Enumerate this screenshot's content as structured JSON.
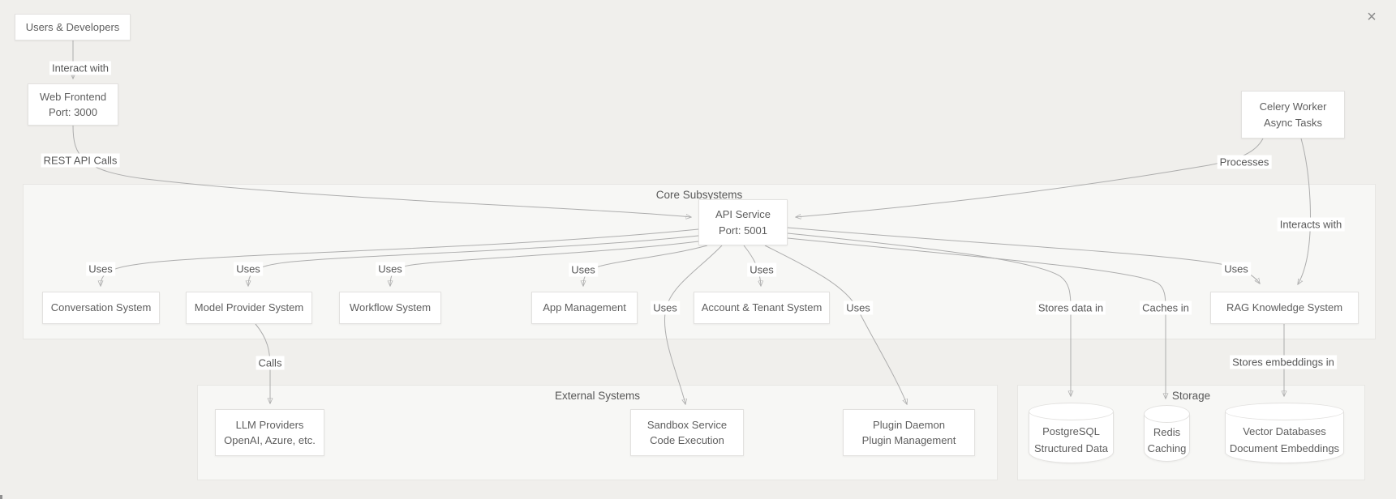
{
  "close_glyph": "×",
  "groups": {
    "core": {
      "title": "Core Subsystems"
    },
    "external": {
      "title": "External Systems"
    },
    "storage": {
      "title": "Storage"
    }
  },
  "nodes": {
    "users": {
      "line1": "Users & Developers"
    },
    "web_frontend": {
      "line1": "Web Frontend",
      "line2": "Port: 3000"
    },
    "celery": {
      "line1": "Celery Worker",
      "line2": "Async Tasks"
    },
    "api_service": {
      "line1": "API Service",
      "line2": "Port: 5001"
    },
    "conversation": {
      "line1": "Conversation System"
    },
    "model_provider": {
      "line1": "Model Provider System"
    },
    "workflow": {
      "line1": "Workflow System"
    },
    "app_management": {
      "line1": "App Management"
    },
    "account_tenant": {
      "line1": "Account & Tenant System"
    },
    "rag": {
      "line1": "RAG Knowledge System"
    },
    "llm_providers": {
      "line1": "LLM Providers",
      "line2": "OpenAI, Azure, etc."
    },
    "sandbox": {
      "line1": "Sandbox Service",
      "line2": "Code Execution"
    },
    "plugin_daemon": {
      "line1": "Plugin Daemon",
      "line2": "Plugin Management"
    },
    "postgresql": {
      "line1": "PostgreSQL",
      "line2": "Structured Data"
    },
    "redis": {
      "line1": "Redis",
      "line2": "Caching"
    },
    "vector_db": {
      "line1": "Vector Databases",
      "line2": "Document Embeddings"
    }
  },
  "edge_labels": {
    "interact_with": "Interact with",
    "rest_api_calls": "REST API Calls",
    "processes": "Processes",
    "interacts_with": "Interacts with",
    "uses": "Uses",
    "calls": "Calls",
    "stores_data_in": "Stores data in",
    "caches_in": "Caches in",
    "stores_embeddings_in": "Stores embeddings in"
  },
  "edges": [
    {
      "from": "users",
      "to": "web_frontend",
      "label": "Interact with"
    },
    {
      "from": "web_frontend",
      "to": "api_service",
      "label": "REST API Calls"
    },
    {
      "from": "celery",
      "to": "api_service",
      "label": "Processes"
    },
    {
      "from": "celery",
      "to": "rag",
      "label": "Interacts with"
    },
    {
      "from": "api_service",
      "to": "conversation",
      "label": "Uses"
    },
    {
      "from": "api_service",
      "to": "model_provider",
      "label": "Uses"
    },
    {
      "from": "api_service",
      "to": "workflow",
      "label": "Uses"
    },
    {
      "from": "api_service",
      "to": "app_management",
      "label": "Uses"
    },
    {
      "from": "api_service",
      "to": "account_tenant",
      "label": "Uses"
    },
    {
      "from": "api_service",
      "to": "rag",
      "label": "Uses"
    },
    {
      "from": "api_service",
      "to": "sandbox",
      "label": "Uses"
    },
    {
      "from": "api_service",
      "to": "plugin_daemon",
      "label": "Uses"
    },
    {
      "from": "api_service",
      "to": "postgresql",
      "label": "Stores data in"
    },
    {
      "from": "api_service",
      "to": "redis",
      "label": "Caches in"
    },
    {
      "from": "model_provider",
      "to": "llm_providers",
      "label": "Calls"
    },
    {
      "from": "rag",
      "to": "vector_db",
      "label": "Stores embeddings in"
    }
  ],
  "colors": {
    "canvas_bg": "#f0efec",
    "group_bg": "#f7f7f5",
    "node_bg": "#ffffff",
    "node_border": "#e2e1df",
    "edge_stroke": "#adadad",
    "text": "#5a5a5a"
  }
}
